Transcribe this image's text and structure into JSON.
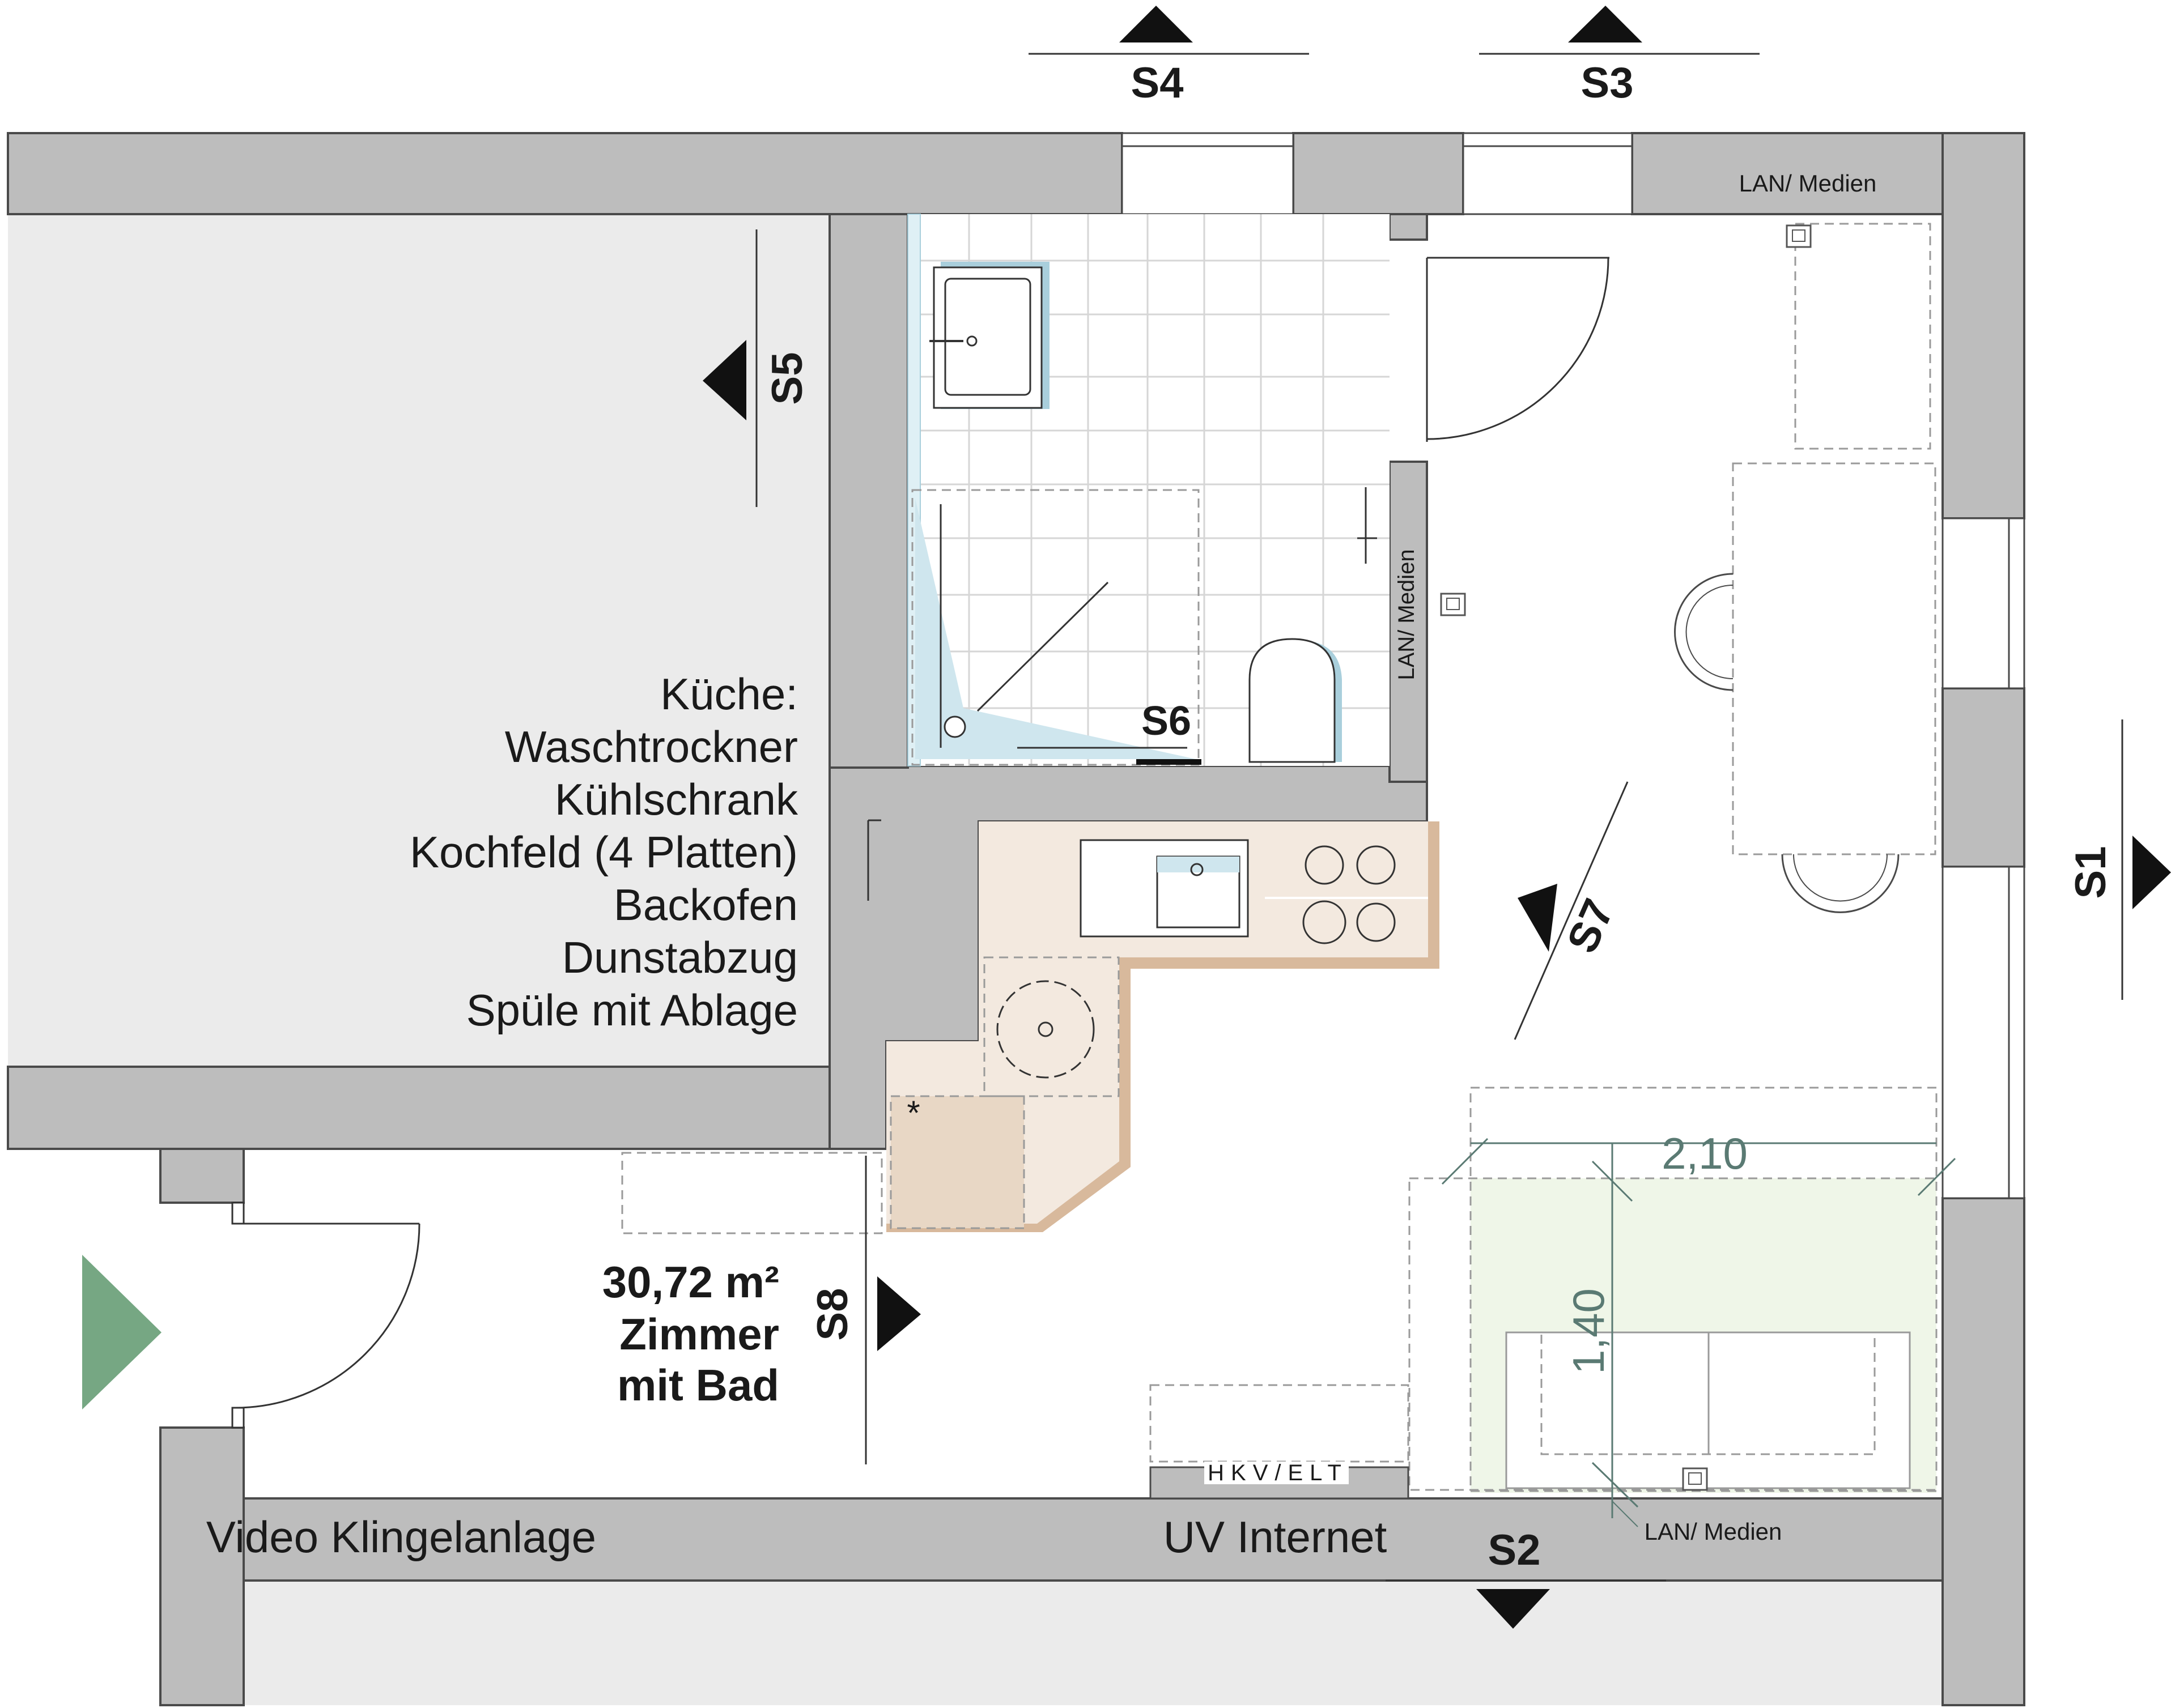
{
  "section_markers": {
    "s1": "S1",
    "s2": "S2",
    "s3": "S3",
    "s4": "S4",
    "s5": "S5",
    "s6": "S6",
    "s7": "S7",
    "s8": "S8"
  },
  "kitchen": {
    "heading": "Küche:",
    "items": [
      "Waschtrockner",
      "Kühlschrank",
      "Kochfeld (4 Platten)",
      "Backofen",
      "Dunstabzug",
      "Spüle mit Ablage"
    ]
  },
  "room": {
    "area": "30,72 m²",
    "name_line1": "Zimmer",
    "name_line2": "mit Bad"
  },
  "labels": {
    "lan_top": "LAN/ Medien",
    "lan_vertical": "LAN/ Medien",
    "lan_bottom": "LAN/ Medien",
    "hkv": "HKV/ELT",
    "uv_internet": "UV Internet",
    "video": "Video Klingelanlage",
    "asterisk": "*"
  },
  "bed_dimensions": {
    "width": "2,10",
    "length": "1,40"
  },
  "colors": {
    "wall": "#bdbdbd",
    "neighbor_room": "#ebebeb",
    "kitchen_counter": "#f3e9df",
    "kitchen_edge": "#d8b99c",
    "bed_area": "#eff6e8",
    "bath_water": "#a9cfdc",
    "entrance_arrow": "#76a783"
  }
}
